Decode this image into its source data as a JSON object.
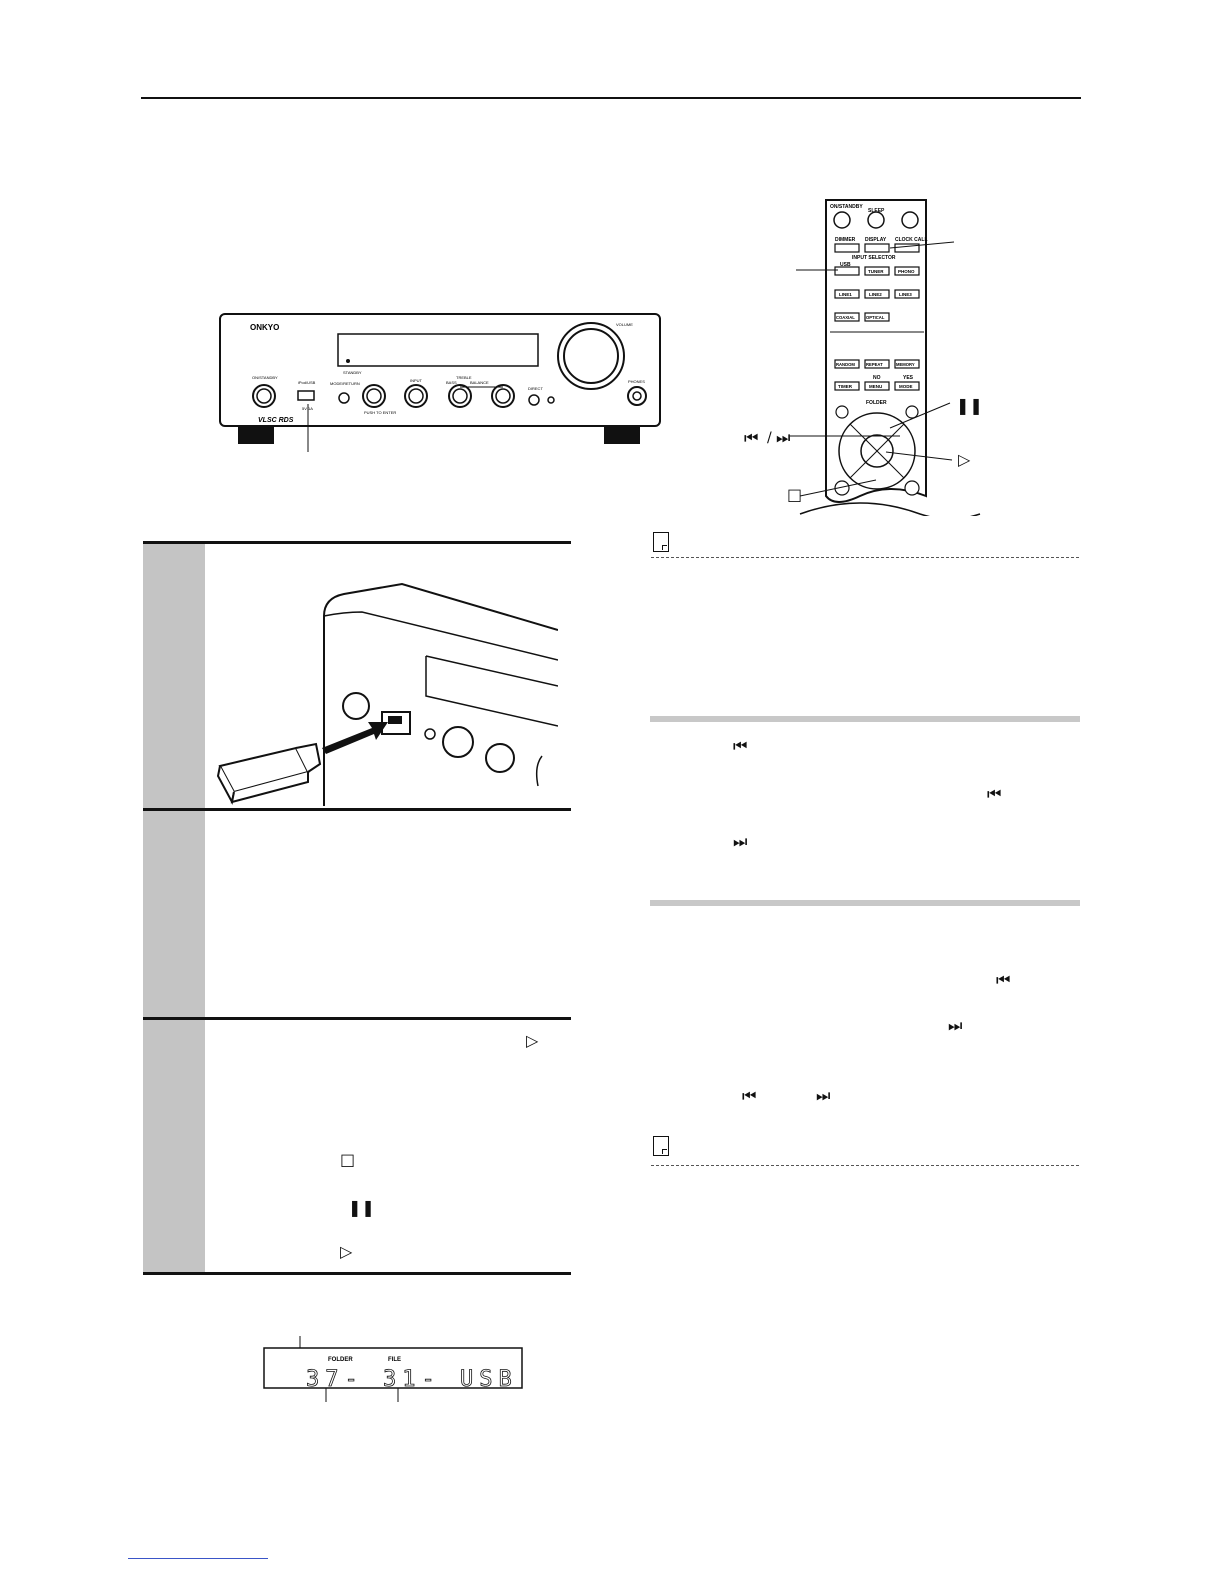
{
  "front_panel": {
    "brand": "ONKYO",
    "volume_label": "VOLUME",
    "standby_label": "STANDBY",
    "on_standby_label": "ON/STANDBY",
    "usb_label": "iPod/USB",
    "usb_sub": "5V 1A",
    "mode_return_label": "MODE/RETURN",
    "input_label": "INPUT",
    "bass_label": "BASS",
    "treble_label": "TREBLE",
    "balance_label": "BALANCE",
    "direct_label": "DIRECT",
    "phones_label": "PHONES",
    "vlsc_label": "VLSC RDS",
    "push_enter_label": "PUSH TO ENTER"
  },
  "remote": {
    "on_standby": "ON/STANDBY",
    "sleep": "SLEEP",
    "dimmer": "DIMMER",
    "display": "DISPLAY",
    "clock_call": "CLOCK CALL",
    "input_selector": "INPUT SELECTOR",
    "usb": "USB",
    "tuner": "TUNER",
    "phono": "PHONO",
    "line1": "LINE1",
    "line2": "LINE2",
    "line3": "LINE3",
    "coaxial": "COAXIAL",
    "optical": "OPTICAL",
    "random": "RANDOM",
    "repeat": "REPEAT",
    "memory": "MEMORY",
    "timer": "TIMER",
    "no": "NO",
    "menu": "MENU",
    "yes": "YES",
    "mode": "MODE",
    "folder": "FOLDER"
  },
  "display_panel": {
    "folder_label": "FOLDER",
    "file_label": "FILE",
    "segment_text": "37- 31- USB"
  },
  "symbols": {
    "pause": "❚❚",
    "prev": "⏮",
    "next": "⏭",
    "play": "▷",
    "stop": "□",
    "slash": "/"
  }
}
